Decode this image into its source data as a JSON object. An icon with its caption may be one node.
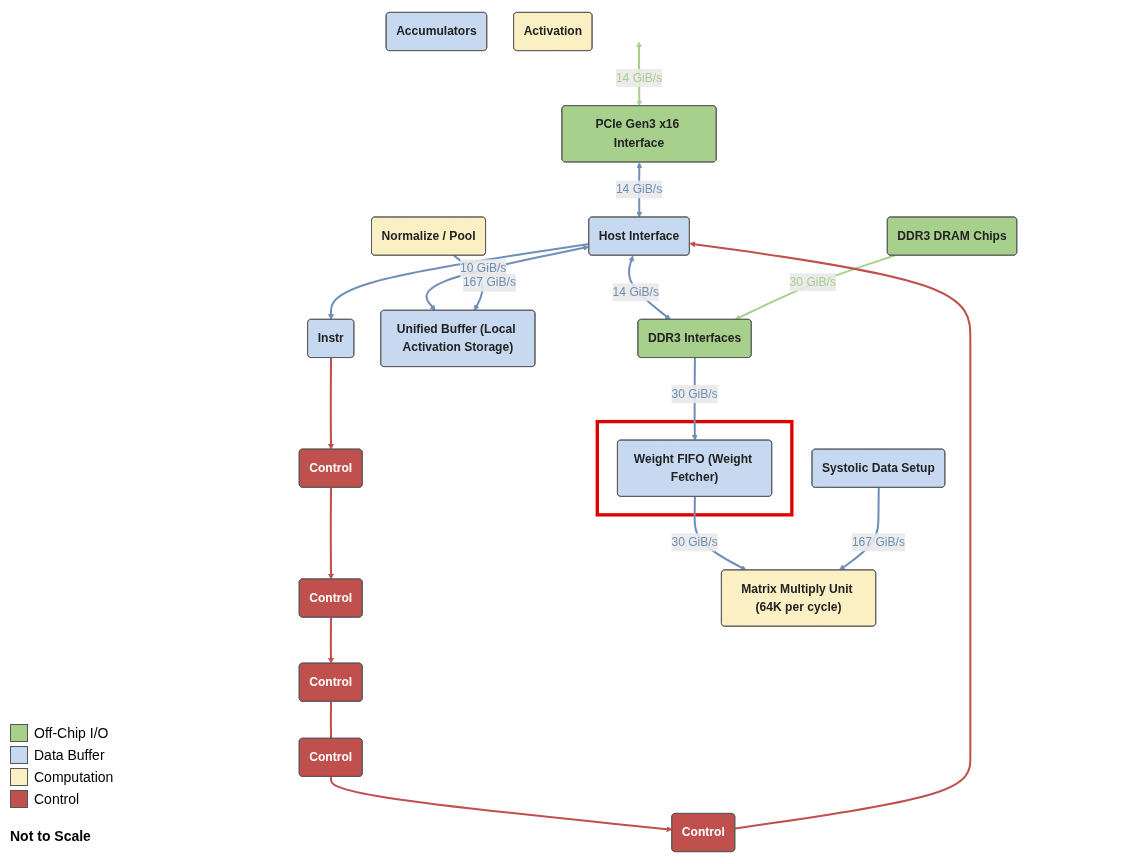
{
  "diagram": {
    "nodes": [
      {
        "text": [
          "PCIe Gen3 x16 Interface"
        ]
      },
      {
        "text": [
          "Host Interface"
        ]
      },
      {
        "text": [
          "DDR3 DRAM Chips"
        ]
      },
      {
        "text": [
          "DDR3 Interfaces"
        ]
      },
      {
        "text": [],
        "shape": "box"
      },
      {
        "text": [
          "Weight FIFO (Weight Fetcher)"
        ],
        "in": 4
      },
      {
        "text": [
          "Control"
        ]
      },
      {
        "text": [
          "Control"
        ]
      },
      {
        "text": [
          "Unified Buffer (Local Activation Storage)"
        ]
      },
      {
        "text": [
          "Systolic Data Setup"
        ]
      },
      {
        "text": [
          "Matrix Multiply Unit (64K per cycle)"
        ]
      },
      {
        "text": [
          "Control"
        ]
      },
      {
        "text": [
          "Instr"
        ]
      },
      {
        "text": [
          "Accumulators"
        ]
      },
      {
        "text": [
          "Activation"
        ]
      },
      {
        "text": [
          "Normalize / Pool"
        ]
      },
      {
        "text": [
          "Control"
        ]
      },
      {
        "text": [
          "Control"
        ]
      }
    ],
    "edges": [
      {
        "from": null,
        "to": 0,
        "arrow": "both",
        "label": "14 GiB/s",
        "color": "#a8d08d"
      },
      {
        "from": 0,
        "to": 1,
        "arrow": "both",
        "label": "14 GiB/s"
      },
      {
        "from": 1,
        "to": 3,
        "arrow": "both",
        "label": "14 GiB/s"
      },
      {
        "from": 2,
        "to": 3,
        "arrow": "to",
        "label": "30 GiB/s",
        "color": "#a8d08d"
      },
      {
        "from": 3,
        "to": 5,
        "arrow": "to",
        "label": "30 GiB/s"
      },
      {
        "from": 5,
        "to": 10,
        "arrow": "to",
        "label": "30 GiB/s"
      },
      {
        "from": 6,
        "to": 7,
        "arrow": "to",
        "color": "#c0504d"
      },
      {
        "from": 1,
        "to": 8,
        "arrow": "both",
        "label": "10 GiB/s"
      },
      {
        "from": 9,
        "to": 10,
        "arrow": "to",
        "label": "167 GiB/s"
      },
      {
        "from": 11,
        "to": 6,
        "arrow": "to",
        "color": "#c0504d"
      },
      {
        "from": 12,
        "to": 11,
        "arrow": "to",
        "color": "#c0504d"
      },
      {
        "from": 1,
        "to": 12,
        "arrow": "to"
      },
      {
        "from": 15,
        "to": 8,
        "arrow": "to",
        "label": "167 GiB/s"
      },
      {
        "from": 7,
        "to": 17,
        "arrow": "none",
        "color": "#c0504d"
      },
      {
        "from": 17,
        "to": 16,
        "arrow": "to",
        "color": "#c0504d"
      },
      {
        "from": 16,
        "to": 1,
        "arrow": "to",
        "color": "#c0504d"
      }
    ],
    "labels": [
      "Not to Scale"
    ],
    "legend": [
      {
        "text": "Off-Chip I/O",
        "color": "#a8d08d"
      },
      {
        "text": "Data Buffer",
        "color": "#c6d9f0"
      },
      {
        "text": "Computation",
        "color": "#fbefc4"
      },
      {
        "text": "Control",
        "color": "#c0504d"
      }
    ]
  }
}
